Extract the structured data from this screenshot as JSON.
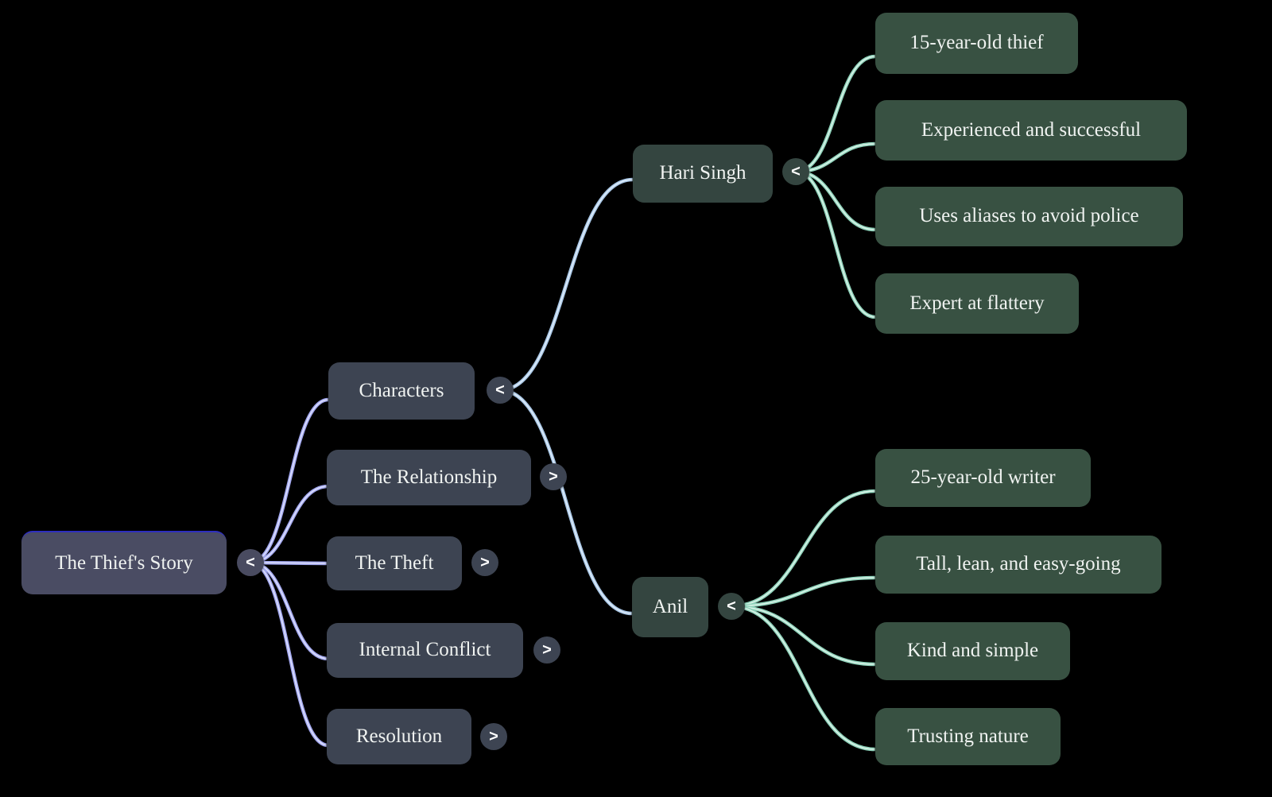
{
  "colors": {
    "bg": "#000000",
    "text": "#f0f3f1",
    "root_bg": "#4a4c63",
    "root_accent": "#2e2ec0",
    "root_toggle_bg": "#494b60",
    "l1_bg": "#3d4452",
    "l2_bg": "#344540",
    "leaf_bg": "#385142",
    "edge1": "#a3a8ef",
    "edge1_light": "#dfe2fd",
    "edge2": "#a9c7e6",
    "edge2_light": "#e1eefb",
    "edge3": "#8fd3bb",
    "edge3_light": "#ddf4ea"
  },
  "root": {
    "label": "The Thief's Story",
    "toggle": "<"
  },
  "branches": [
    {
      "label": "Characters",
      "toggle": "<",
      "children": [
        {
          "label": "Hari Singh",
          "toggle": "<",
          "children": [
            {
              "label": "15-year-old thief"
            },
            {
              "label": "Experienced and successful"
            },
            {
              "label": "Uses aliases to avoid police"
            },
            {
              "label": "Expert at flattery"
            }
          ]
        },
        {
          "label": "Anil",
          "toggle": "<",
          "children": [
            {
              "label": "25-year-old writer"
            },
            {
              "label": "Tall, lean, and easy-going"
            },
            {
              "label": "Kind and simple"
            },
            {
              "label": "Trusting nature"
            }
          ]
        }
      ]
    },
    {
      "label": "The Relationship",
      "toggle": ">"
    },
    {
      "label": "The Theft",
      "toggle": ">"
    },
    {
      "label": "Internal Conflict",
      "toggle": ">"
    },
    {
      "label": "Resolution",
      "toggle": ">"
    }
  ]
}
